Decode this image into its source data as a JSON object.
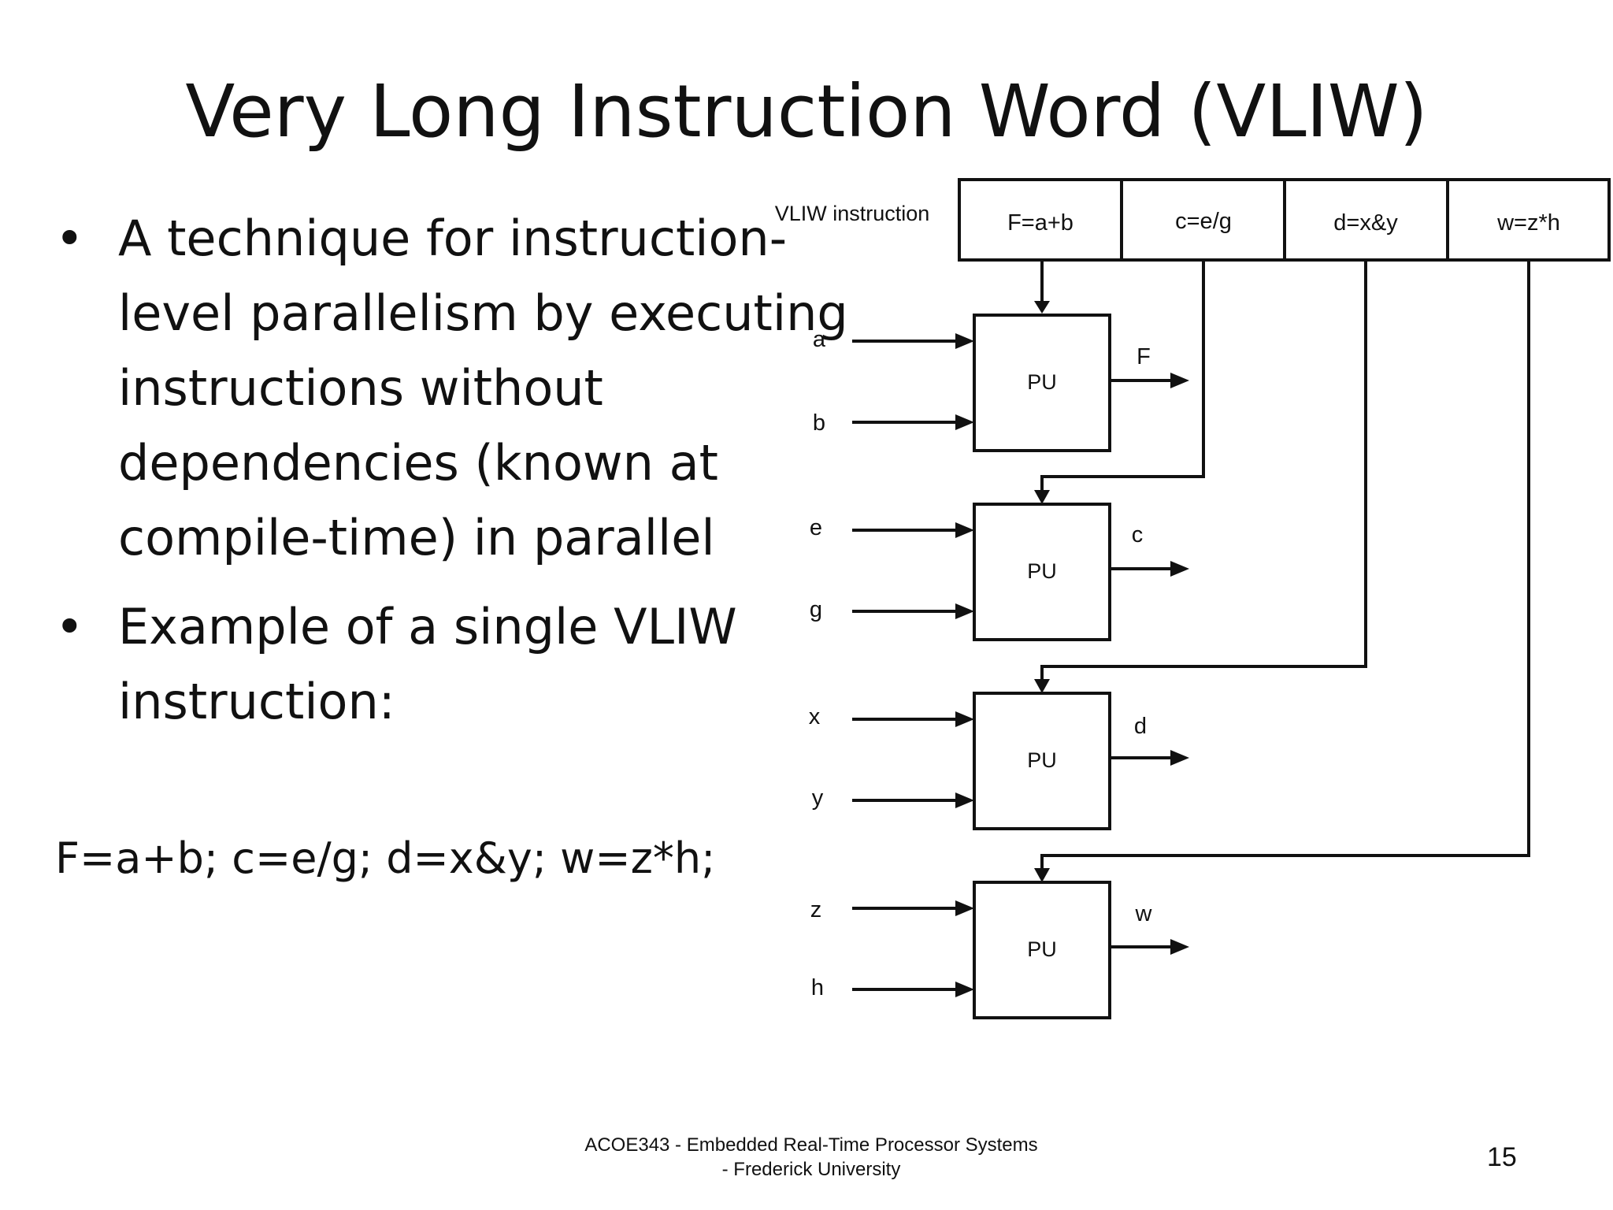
{
  "slide": {
    "title": "Very Long Instruction Word (VLIW)",
    "bullets": [
      "A technique for instruction-level parallelism by executing instructions without dependencies (known at compile-time) in parallel",
      "Example of a single VLIW instruction:"
    ],
    "example": "F=a+b; c=e/g; d=x&y; w=z*h;",
    "footer_line1": "ACOE343 - Embedded Real-Time Processor Systems",
    "footer_line2": "- Frederick University",
    "page_number": "15"
  },
  "diagram": {
    "instruction_label": "VLIW instruction",
    "slots": [
      "F=a+b",
      "c=e/g",
      "d=x&y",
      "w=z*h"
    ],
    "units": [
      {
        "label": "PU",
        "inputs": [
          "a",
          "b"
        ],
        "output": "F"
      },
      {
        "label": "PU",
        "inputs": [
          "e",
          "g"
        ],
        "output": "c"
      },
      {
        "label": "PU",
        "inputs": [
          "x",
          "y"
        ],
        "output": "d"
      },
      {
        "label": "PU",
        "inputs": [
          "z",
          "h"
        ],
        "output": "w"
      }
    ]
  }
}
